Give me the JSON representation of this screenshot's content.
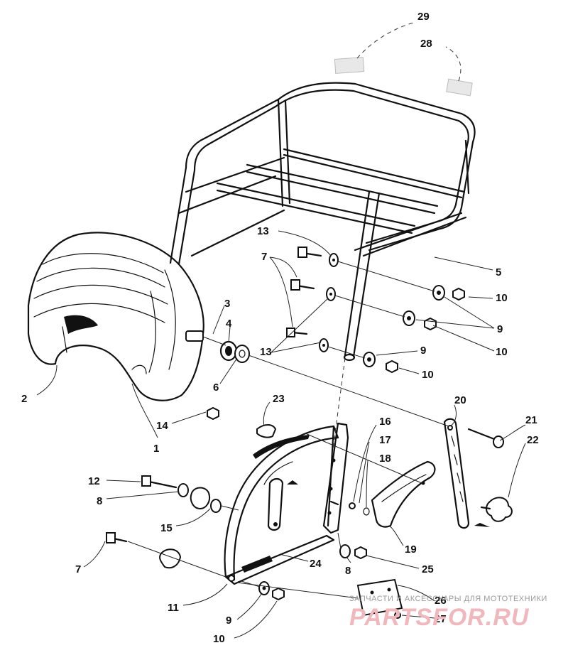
{
  "diagram": {
    "labels": [
      {
        "id": "p29",
        "text": "29"
      },
      {
        "id": "p28",
        "text": "28"
      },
      {
        "id": "p13a",
        "text": "13"
      },
      {
        "id": "p7a",
        "text": "7"
      },
      {
        "id": "p5",
        "text": "5"
      },
      {
        "id": "p10a",
        "text": "10"
      },
      {
        "id": "p3",
        "text": "3"
      },
      {
        "id": "p9a",
        "text": "9"
      },
      {
        "id": "p4",
        "text": "4"
      },
      {
        "id": "p10b",
        "text": "10"
      },
      {
        "id": "p13b",
        "text": "13"
      },
      {
        "id": "p9b",
        "text": "9"
      },
      {
        "id": "p10c",
        "text": "10"
      },
      {
        "id": "p2",
        "text": "2"
      },
      {
        "id": "p6",
        "text": "6"
      },
      {
        "id": "p23",
        "text": "23"
      },
      {
        "id": "p20",
        "text": "20"
      },
      {
        "id": "p14",
        "text": "14"
      },
      {
        "id": "p21",
        "text": "21"
      },
      {
        "id": "p16",
        "text": "16"
      },
      {
        "id": "p22",
        "text": "22"
      },
      {
        "id": "p1",
        "text": "1"
      },
      {
        "id": "p17",
        "text": "17"
      },
      {
        "id": "p18",
        "text": "18"
      },
      {
        "id": "p12",
        "text": "12"
      },
      {
        "id": "p8a",
        "text": "8"
      },
      {
        "id": "p15",
        "text": "15"
      },
      {
        "id": "p19",
        "text": "19"
      },
      {
        "id": "p7b",
        "text": "7"
      },
      {
        "id": "p24",
        "text": "24"
      },
      {
        "id": "p8b",
        "text": "8"
      },
      {
        "id": "p25",
        "text": "25"
      },
      {
        "id": "p11",
        "text": "11"
      },
      {
        "id": "p26",
        "text": "26"
      },
      {
        "id": "p9c",
        "text": "9"
      },
      {
        "id": "p27",
        "text": "27"
      },
      {
        "id": "p10d",
        "text": "10"
      }
    ]
  },
  "watermark": {
    "line1": "ЗАПЧАСТИ И АКСЕССУАРЫ ДЛЯ МОТОТЕХНИКИ",
    "line2": "PARTSFOR.RU"
  }
}
